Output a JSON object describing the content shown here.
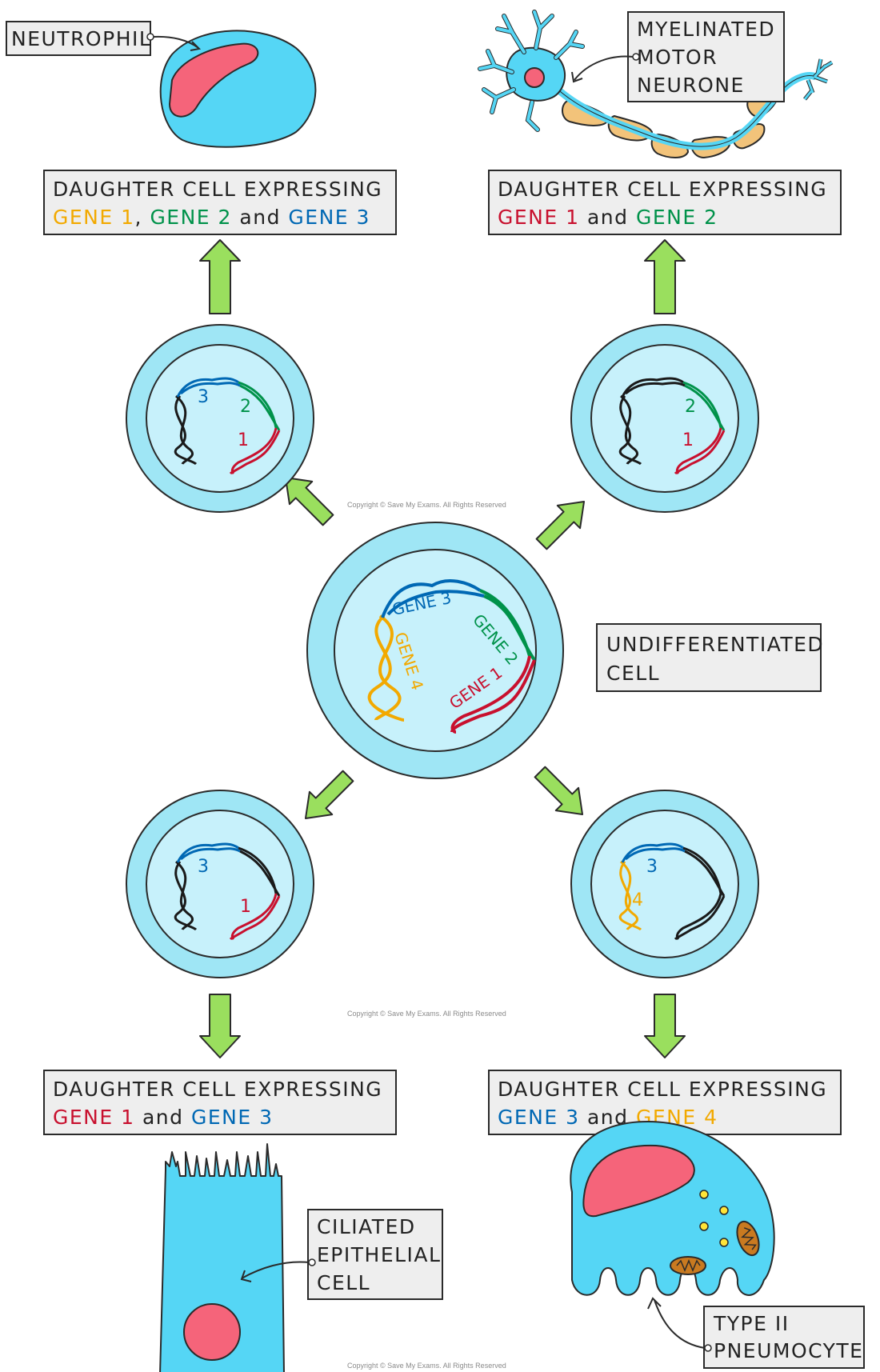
{
  "colors": {
    "gene1": "#c8102e",
    "gene2": "#00924a",
    "gene3": "#0068b4",
    "gene4": "#f2a900",
    "other_dna": "#1a1a1a",
    "cell_outer": "#9fe6f5",
    "cell_inner": "#c7f1fb",
    "cytoplasm": "#55d6f5",
    "nucleus": "#f5647a",
    "myelin": "#f2c37a",
    "arrow": "#9adf5e",
    "box_fill": "#eeeeee"
  },
  "center": {
    "label_line1": "UNDIFFERENTIATED",
    "label_line2": "CELL",
    "gene1": "GENE 1",
    "gene2": "GENE 2",
    "gene3": "GENE 3",
    "gene4": "GENE 4"
  },
  "top_left": {
    "line1": "DAUGHTER CELL EXPRESSING",
    "gene_a": "GENE 1",
    "sep_a": ",",
    "gene_b": "GENE 2",
    "and": "and",
    "gene_c": "GENE 3",
    "cell_label": "NEUTROPHIL",
    "num_3": "3",
    "num_2": "2",
    "num_1": "1"
  },
  "top_right": {
    "line1": "DAUGHTER CELL EXPRESSING",
    "gene_a": "GENE 1",
    "and": "and",
    "gene_b": "GENE 2",
    "cell_label_1": "MYELINATED",
    "cell_label_2": "MOTOR",
    "cell_label_3": "NEURONE",
    "num_2": "2",
    "num_1": "1"
  },
  "bottom_left": {
    "line1": "DAUGHTER CELL EXPRESSING",
    "gene_a": "GENE 1",
    "and": "and",
    "gene_b": "GENE 3",
    "cell_label_1": "CILIATED",
    "cell_label_2": "EPITHELIAL",
    "cell_label_3": "CELL",
    "num_3": "3",
    "num_1": "1"
  },
  "bottom_right": {
    "line1": "DAUGHTER CELL EXPRESSING",
    "gene_a": "GENE 3",
    "and": "and",
    "gene_b": "GENE 4",
    "cell_label_1": "TYPE II",
    "cell_label_2": "PNEUMOCYTE",
    "num_3": "3",
    "num_4": "4"
  },
  "copyright": "Copyright © Save My Exams. All Rights Reserved"
}
